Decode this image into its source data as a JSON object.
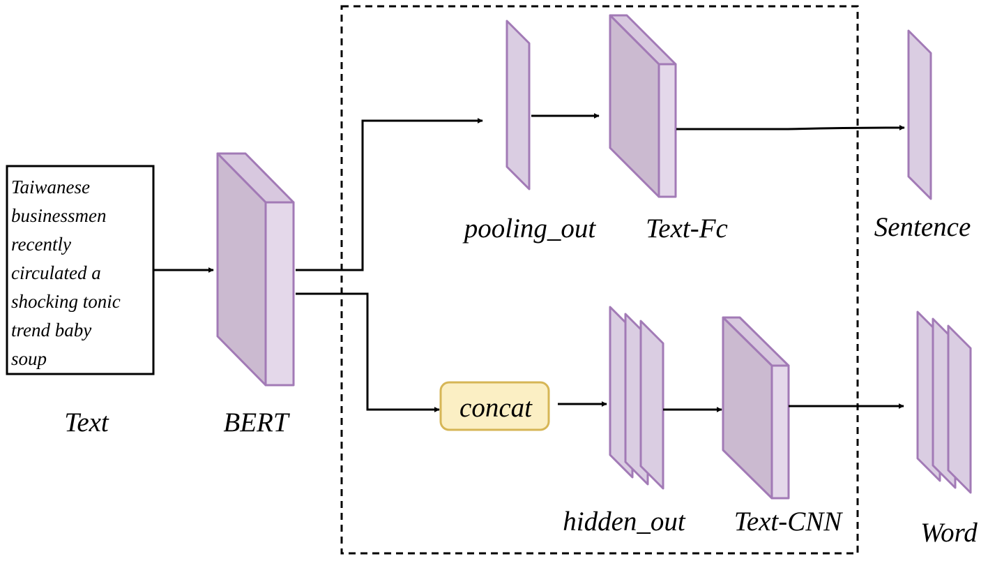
{
  "input_text": {
    "lines": [
      "Taiwanese",
      "businessmen",
      "recently",
      "circulated a",
      "shocking tonic",
      "trend baby",
      "soup"
    ],
    "label": "Text"
  },
  "bert": {
    "label": "BERT"
  },
  "pooling_out": {
    "label": "pooling_out"
  },
  "text_fc": {
    "label": "Text-Fc"
  },
  "sentence": {
    "label": "Sentence"
  },
  "concat": {
    "label": "concat",
    "fill": "#fbefc4",
    "stroke": "#d6b656"
  },
  "hidden_out": {
    "label": "hidden_out"
  },
  "text_cnn": {
    "label": "Text-CNN"
  },
  "word": {
    "label": "Word"
  },
  "colors": {
    "block_stroke": "#a27ab6",
    "block_fill": "#cbbad0",
    "block_side": "#e4d8ea"
  }
}
